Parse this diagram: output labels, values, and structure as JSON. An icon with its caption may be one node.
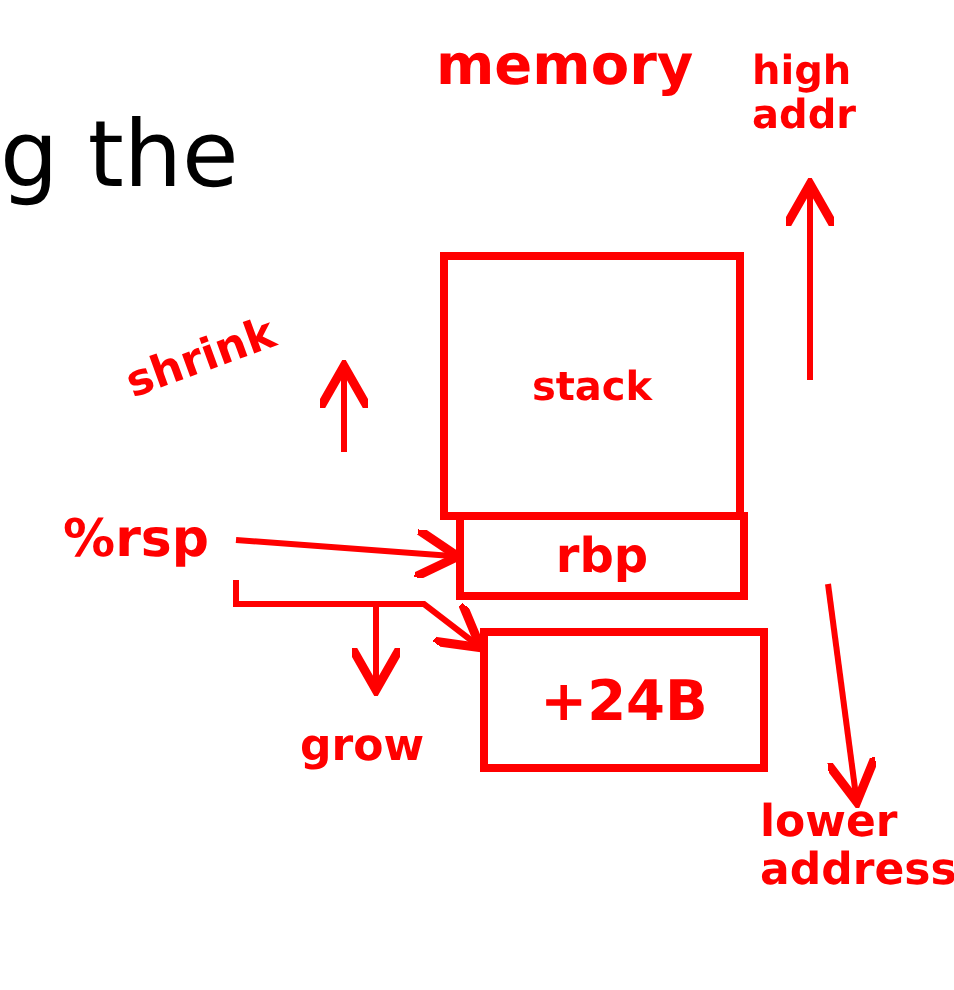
{
  "diagram": {
    "nodes": [
      {
        "text": [
          "%rsp"
        ]
      },
      {
        "text": [
          "stack"
        ]
      },
      {
        "text": [
          "rbp"
        ]
      },
      {
        "text": [
          "+24B"
        ]
      }
    ],
    "edges": [
      {
        "from": 0,
        "to": 2,
        "arrow": "to"
      },
      {
        "from": 0,
        "to": 3,
        "arrow": "to"
      }
    ],
    "labels": [
      "g the",
      "memory",
      "high addr",
      "shrink",
      "grow",
      "lower address"
    ]
  }
}
